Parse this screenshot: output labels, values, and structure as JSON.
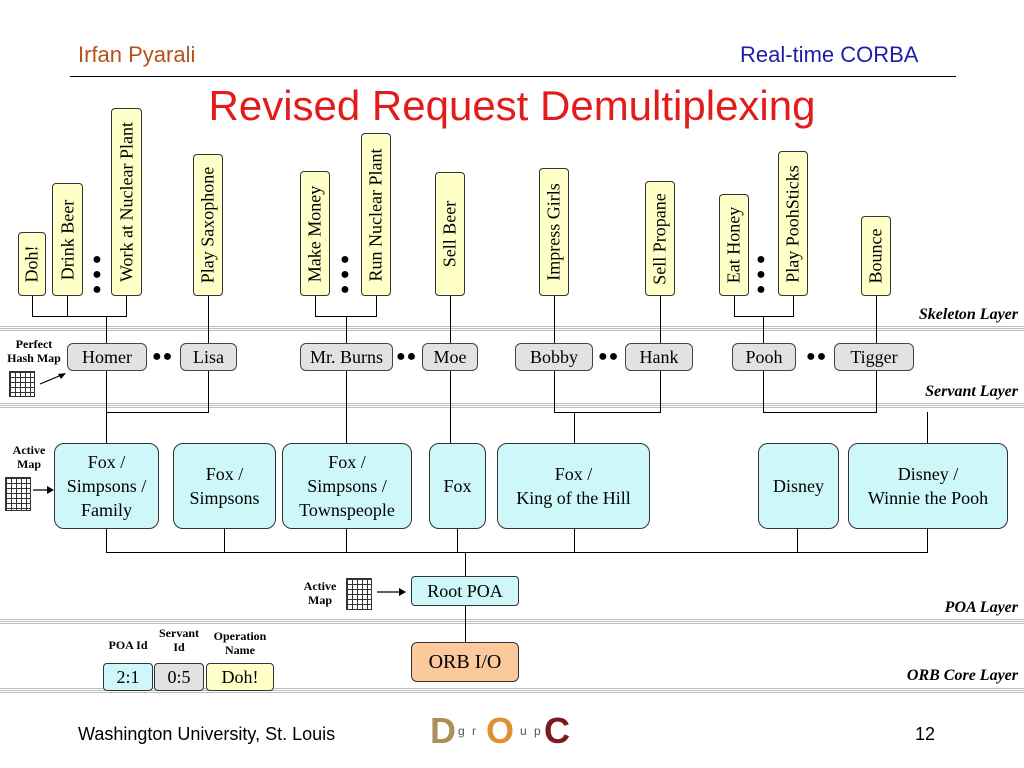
{
  "header": {
    "author": "Irfan Pyarali",
    "topic": "Real-time CORBA"
  },
  "title": "Revised Request Demultiplexing",
  "operations": {
    "doh": "Doh!",
    "drink_beer": "Drink Beer",
    "work_plant": "Work at Nuclear Plant",
    "play_sax": "Play Saxophone",
    "make_money": "Make Money",
    "run_plant": "Run Nuclear Plant",
    "sell_beer": "Sell Beer",
    "impress_girls": "Impress Girls",
    "sell_propane": "Sell Propane",
    "eat_honey": "Eat Honey",
    "play_poohsticks": "Play PoohSticks",
    "bounce": "Bounce"
  },
  "servants": {
    "homer": "Homer",
    "lisa": "Lisa",
    "mr_burns": "Mr. Burns",
    "moe": "Moe",
    "bobby": "Bobby",
    "hank": "Hank",
    "pooh": "Pooh",
    "tigger": "Tigger"
  },
  "poas": {
    "p1": [
      "Fox /",
      "Simpsons /",
      "Family"
    ],
    "p2": [
      "Fox /",
      "Simpsons"
    ],
    "p3": [
      "Fox /",
      "Simpsons /",
      "Townspeople"
    ],
    "p4": [
      "Fox"
    ],
    "p5": [
      "Fox /",
      "King of the Hill"
    ],
    "p6": [
      "Disney"
    ],
    "p7": [
      "Disney /",
      "Winnie the Pooh"
    ]
  },
  "root_poa": "Root POA",
  "orb_io": "ORB I/O",
  "layers": {
    "skeleton": "Skeleton Layer",
    "servant": "Servant Layer",
    "poa": "POA Layer",
    "orb_core": "ORB Core Layer"
  },
  "labels": {
    "perfect_hash_1": "Perfect",
    "perfect_hash_2": "Hash Map",
    "active_map_1": "Active",
    "active_map_2": "Map",
    "poa_id": "POA Id",
    "servant_id_1": "Servant",
    "servant_id_2": "Id",
    "operation_name_1": "Operation",
    "operation_name_2": "Name"
  },
  "request_ids": {
    "poa_id": "2:1",
    "servant_id": "0:5",
    "operation_name": "Doh!"
  },
  "footer": {
    "institution": "Washington University, St. Louis",
    "page": "12",
    "logo_letters": [
      "D",
      "g",
      "r",
      "O",
      "u",
      "p",
      "C"
    ]
  },
  "colors": {
    "header_author": "#b5521b",
    "header_topic": "#1e1ea8",
    "title": "#e41b1b",
    "operation_fill": "#ffffc8",
    "servant_fill": "#e2e2e2",
    "poa_fill": "#cdf7f9",
    "orb_fill": "#fbc99b",
    "operation_name_fill": "#ffffc8"
  }
}
